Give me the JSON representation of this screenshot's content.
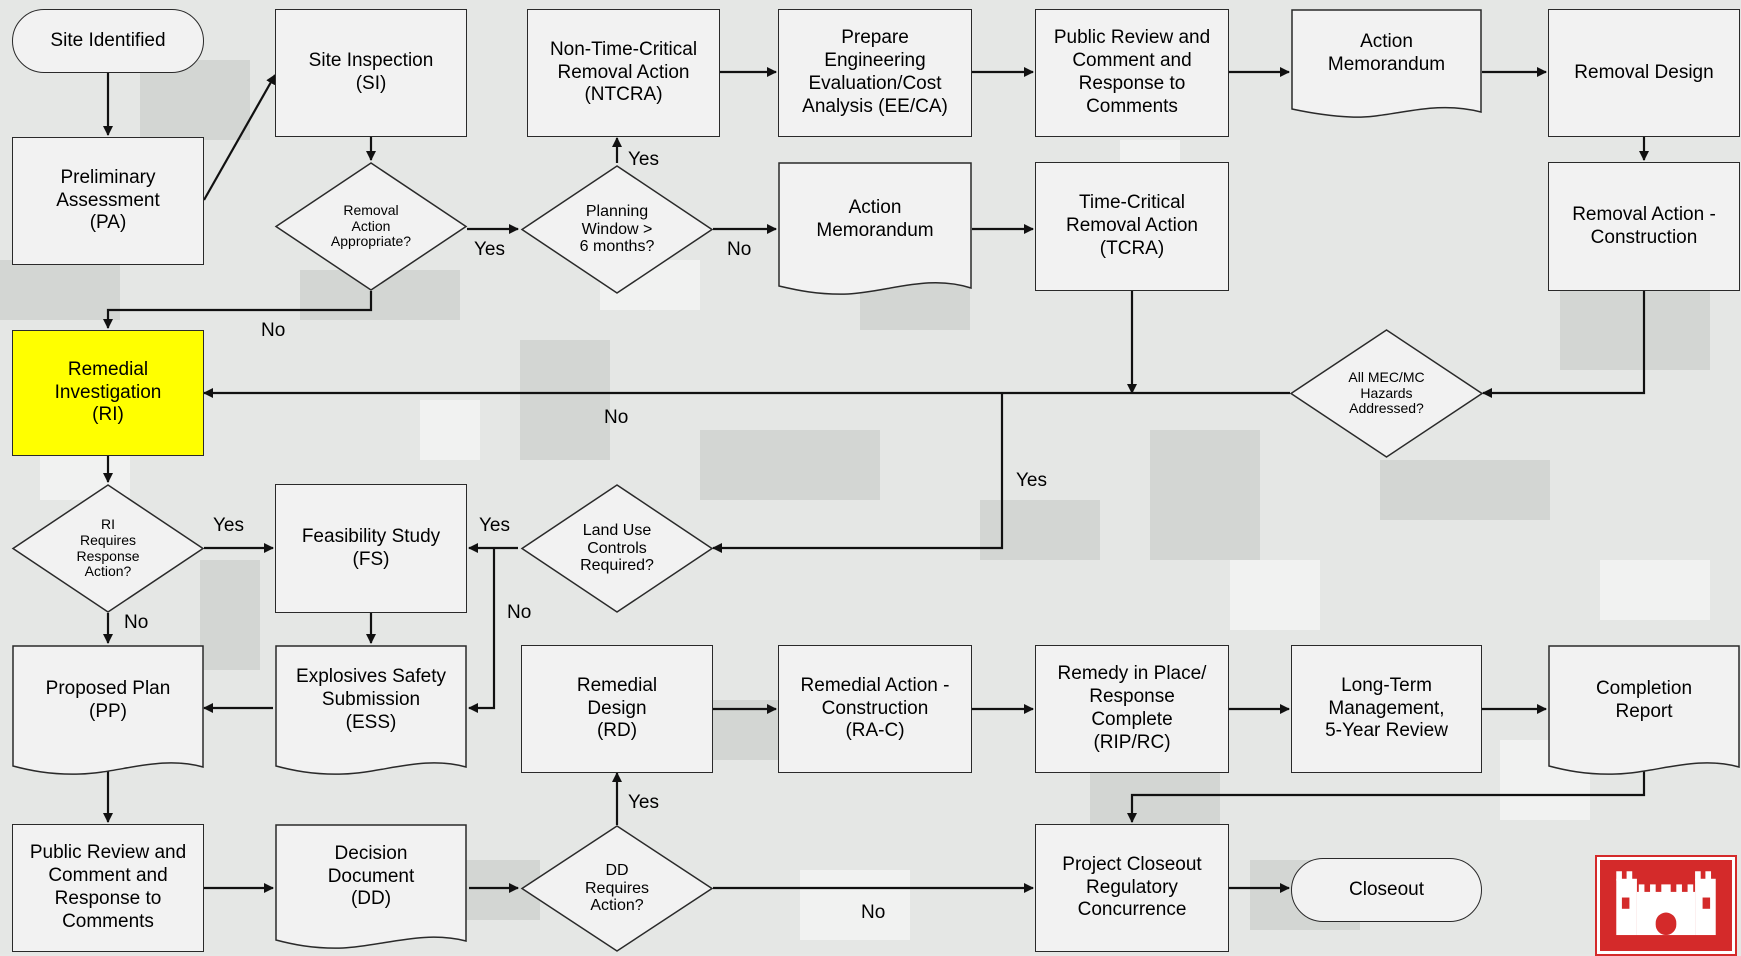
{
  "nodes": {
    "site_identified": "Site Identified",
    "pa": "Preliminary\nAssessment\n(PA)",
    "si": "Site Inspection\n(SI)",
    "removal_appropriate": "Removal\nAction\nAppropriate?",
    "planning_window": "Planning\nWindow >\n6 months?",
    "ntcra": "Non-Time-Critical\nRemoval Action\n(NTCRA)",
    "eeca": "Prepare\nEngineering\nEvaluation/Cost\nAnalysis (EE/CA)",
    "public_review_top": "Public Review and\nComment and\nResponse to\nComments",
    "action_memo_top": "Action\nMemorandum",
    "removal_design": "Removal Design",
    "action_memo_mid": "Action\nMemorandum",
    "tcra": "Time-Critical\nRemoval Action\n(TCRA)",
    "removal_construction": "Removal Action -\nConstruction",
    "mec_hazards": "All MEC/MC\nHazards\nAddressed?",
    "ri": "Remedial\nInvestigation\n(RI)",
    "ri_requires": "RI\nRequires\nResponse\nAction?",
    "fs": "Feasibility Study\n(FS)",
    "land_use": "Land Use\nControls\nRequired?",
    "pp": "Proposed Plan\n(PP)",
    "ess": "Explosives Safety\nSubmission\n(ESS)",
    "rd": "Remedial\nDesign\n(RD)",
    "rac": "Remedial Action -\nConstruction\n(RA-C)",
    "rip": "Remedy in Place/\nResponse\nComplete\n(RIP/RC)",
    "ltm": "Long-Term\nManagement,\n5-Year Review",
    "completion_report": "Completion\nReport",
    "public_review_bottom": "Public Review and\nComment and\nResponse to\nComments",
    "dd": "Decision\nDocument\n(DD)",
    "dd_requires": "DD\nRequires\nAction?",
    "closeout_concurrence": "Project Closeout\nRegulatory\nConcurrence",
    "closeout": "Closeout"
  },
  "edge_labels": {
    "yes_removal": "Yes",
    "no_removal": "No",
    "yes_ntcra": "Yes",
    "no_planning": "No",
    "no_mec": "No",
    "yes_mec": "Yes",
    "yes_ri": "Yes",
    "no_ri": "No",
    "yes_land": "Yes",
    "no_land": "No",
    "yes_dd": "Yes",
    "no_dd": "No"
  },
  "colors": {
    "highlight": "#ffff00",
    "box_fill": "#f2f2f2",
    "stroke": "#2a2a2a",
    "logo_red": "#d42a2a"
  },
  "logo": "castle-icon"
}
